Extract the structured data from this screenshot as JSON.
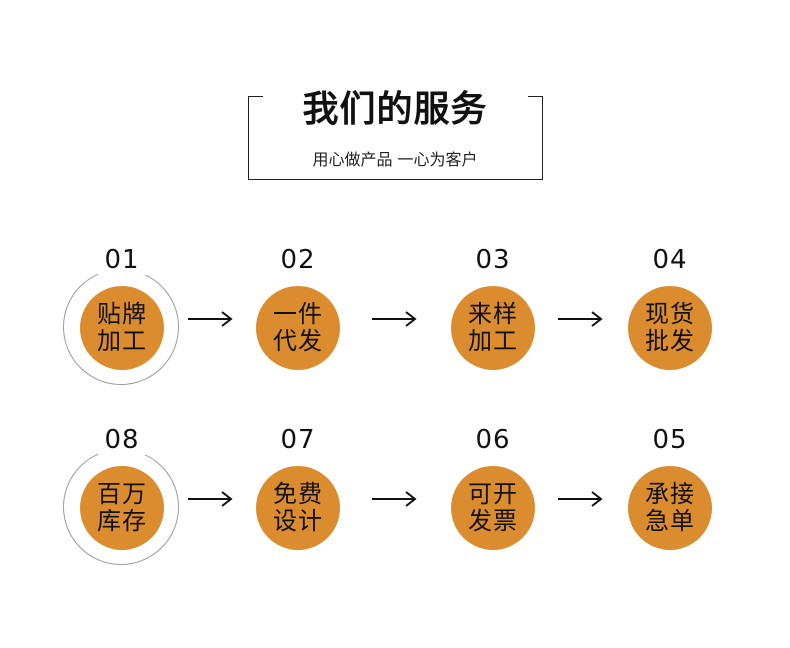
{
  "header": {
    "title": "我们的服务",
    "subtitle": "用心做产品 一心为客户"
  },
  "steps": [
    {
      "num": "01",
      "line1": "贴牌",
      "line2": "加工"
    },
    {
      "num": "02",
      "line1": "一件",
      "line2": "代发"
    },
    {
      "num": "03",
      "line1": "来样",
      "line2": "加工"
    },
    {
      "num": "04",
      "line1": "现货",
      "line2": "批发"
    },
    {
      "num": "05",
      "line1": "承接",
      "line2": "急单"
    },
    {
      "num": "06",
      "line1": "可开",
      "line2": "发票"
    },
    {
      "num": "07",
      "line1": "免费",
      "line2": "设计"
    },
    {
      "num": "08",
      "line1": "百万",
      "line2": "库存"
    }
  ],
  "colors": {
    "circle_fill": "#da8c2e",
    "ring": "#9a9a9a",
    "text": "#111111"
  }
}
